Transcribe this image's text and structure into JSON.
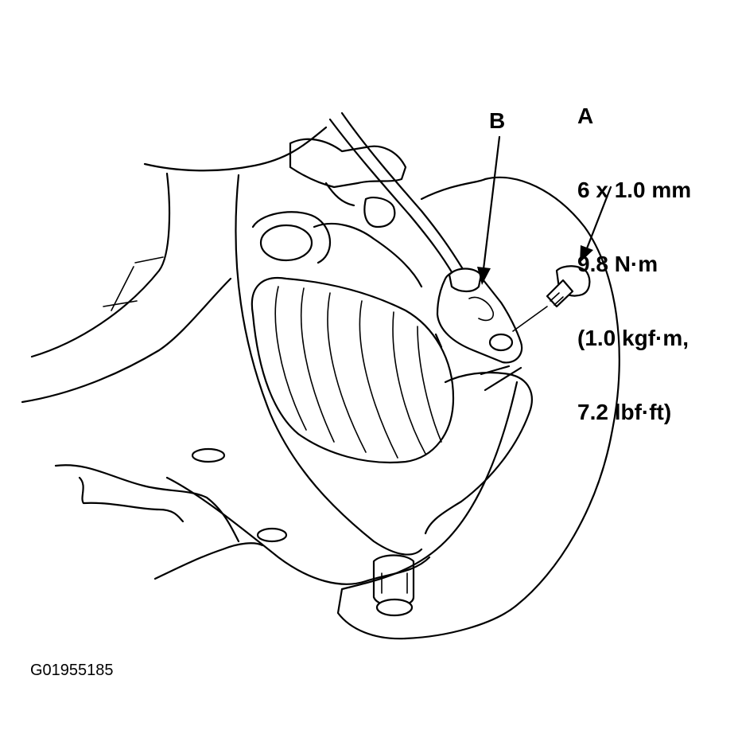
{
  "callouts": {
    "a": {
      "letter": "A",
      "size": "6 x 1.0 mm",
      "torque_nm": "9.8 N·m",
      "torque_kgf": "(1.0 kgf·m,",
      "torque_lbf": "7.2 lbf·ft)"
    },
    "b": {
      "letter": "B"
    }
  },
  "figure_id": "G01955185",
  "colors": {
    "line": "#000000",
    "background": "#ffffff"
  }
}
